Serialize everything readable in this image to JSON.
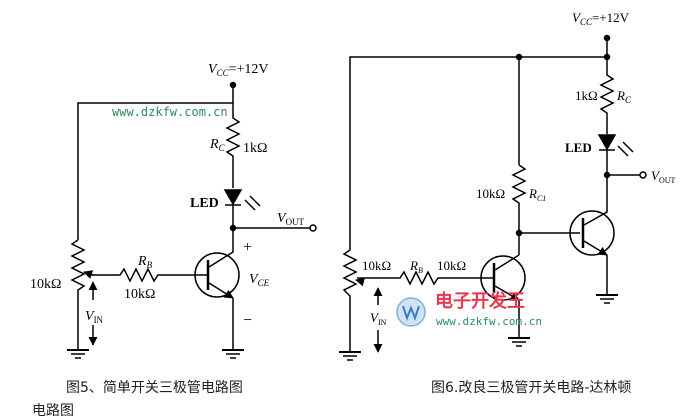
{
  "fig5": {
    "vcc": "V",
    "vcc_sub": "CC",
    "vcc_val": "=+12V",
    "rc_label": "R",
    "rc_sub": "C",
    "rc_val": "1kΩ",
    "led": "LED",
    "vout": "V",
    "vout_sub": "OUT",
    "rb_label": "R",
    "rb_sub": "B",
    "rb_val": "10kΩ",
    "pot_val": "10kΩ",
    "vin": "V",
    "vin_sub": "IN",
    "vce": "V",
    "vce_sub": "CE",
    "plus": "+",
    "minus": "−",
    "caption": "图5、简单开关三极管电路图",
    "caption_wrap": "电路图"
  },
  "fig6": {
    "vcc": "V",
    "vcc_sub": "CC",
    "vcc_val": "=+12V",
    "rc_val": "1kΩ",
    "rc_label": "R",
    "rc_sub": "C",
    "led": "LED",
    "vout": "V",
    "vout_sub": "OUT",
    "rc1_val": "10kΩ",
    "rc1_label": "R",
    "rc1_sub": "C1",
    "pot_val": "10kΩ",
    "rb_label": "R",
    "rb_sub": "B",
    "rb_val": "10kΩ",
    "vin": "V",
    "vin_sub": "IN",
    "caption": "图6.改良三极管开关电路-达林顿"
  },
  "watermark": {
    "url_top": "www.dzkfw.com.cn",
    "logo_text": "电子开发王",
    "url_bottom": "www.dzkfw.com.cn"
  }
}
